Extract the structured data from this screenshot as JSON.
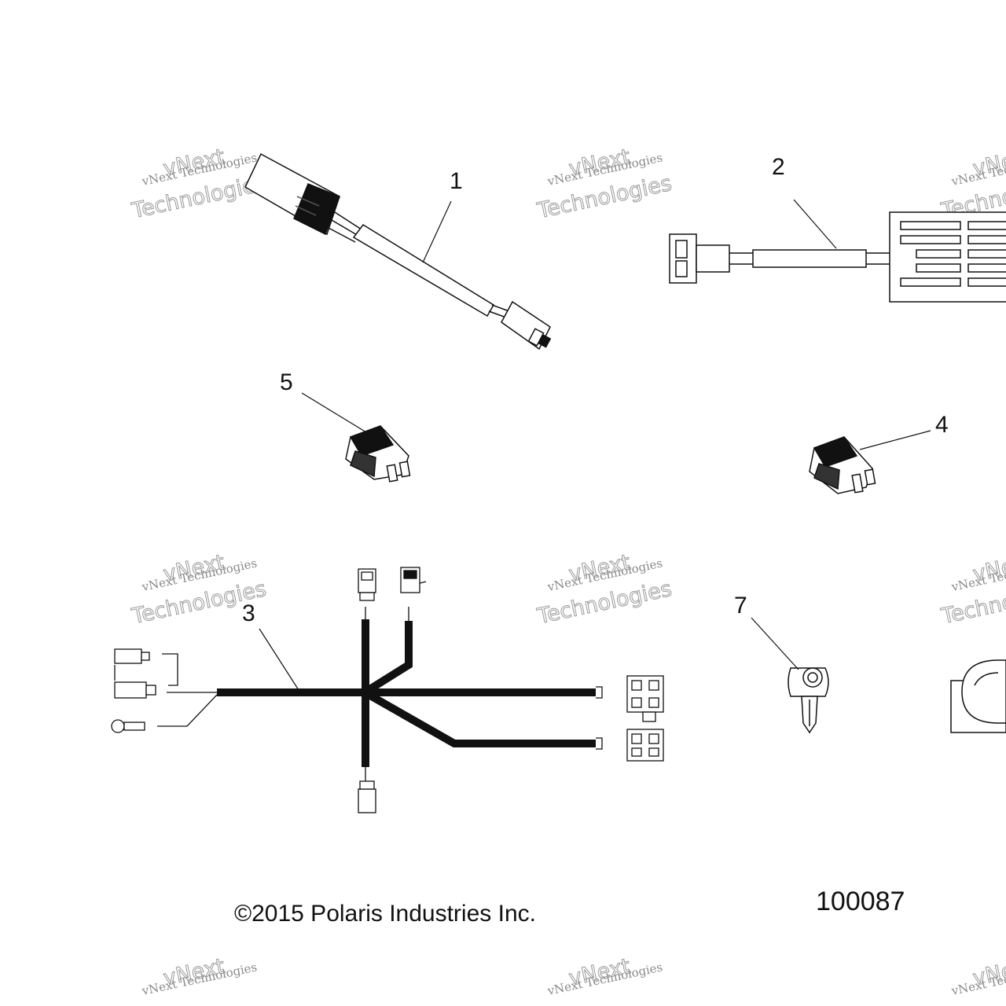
{
  "callouts": [
    {
      "id": "1",
      "label": "1"
    },
    {
      "id": "2",
      "label": "2"
    },
    {
      "id": "3",
      "label": "3"
    },
    {
      "id": "4",
      "label": "4"
    },
    {
      "id": "5",
      "label": "5"
    },
    {
      "id": "7",
      "label": "7"
    }
  ],
  "footer": {
    "copyright": "©2015 Polaris Industries Inc.",
    "drawing_number": "100087"
  },
  "watermark": {
    "line1": "vNext Technologies",
    "line2": "vNext",
    "line3": "Technologies"
  },
  "colors": {
    "ink": "#111111",
    "watermark": "#8a8a8a"
  }
}
